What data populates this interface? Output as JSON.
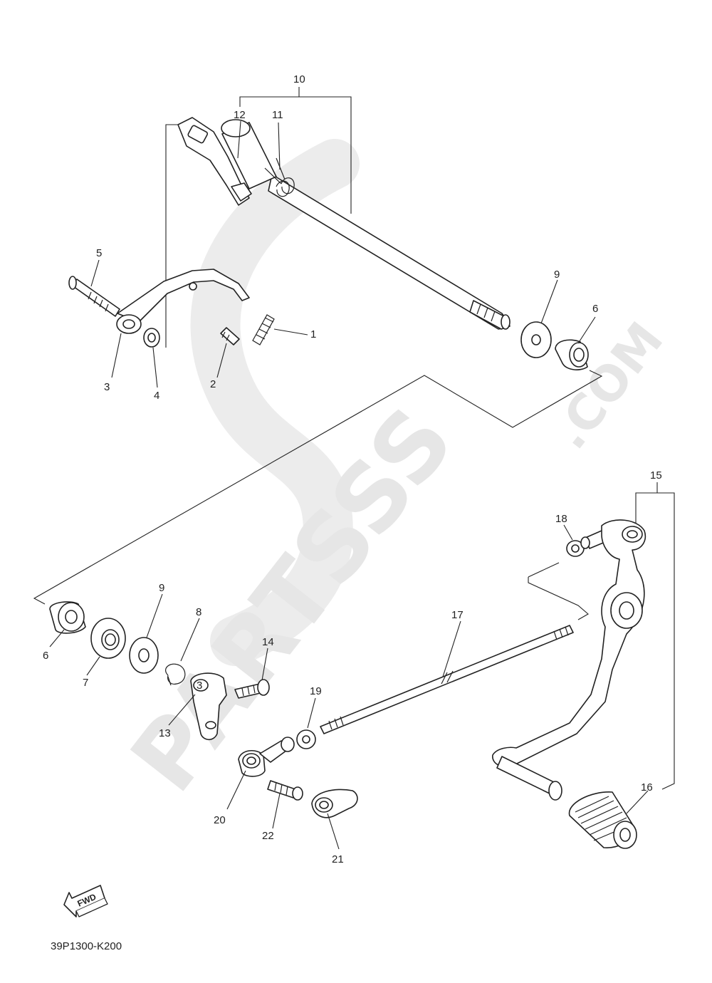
{
  "watermark": {
    "brand": "PARTSSS",
    "suffix": ".COM",
    "color": "#e6e6e6"
  },
  "diagram_code": "39P1300-K200",
  "fwd_label": "FWD",
  "callouts": {
    "c1": "1",
    "c2": "2",
    "c3a": "3",
    "c3b": "3",
    "c4": "4",
    "c5": "5",
    "c6a": "6",
    "c6b": "6",
    "c7": "7",
    "c8": "8",
    "c9a": "9",
    "c9b": "9",
    "c10": "10",
    "c11": "11",
    "c12": "12",
    "c13": "13",
    "c14": "14",
    "c15": "15",
    "c16": "16",
    "c17": "17",
    "c18": "18",
    "c19": "19",
    "c20": "20",
    "c21": "21",
    "c22": "22"
  },
  "icons": {
    "fwd": "fwd-arrow-icon"
  }
}
